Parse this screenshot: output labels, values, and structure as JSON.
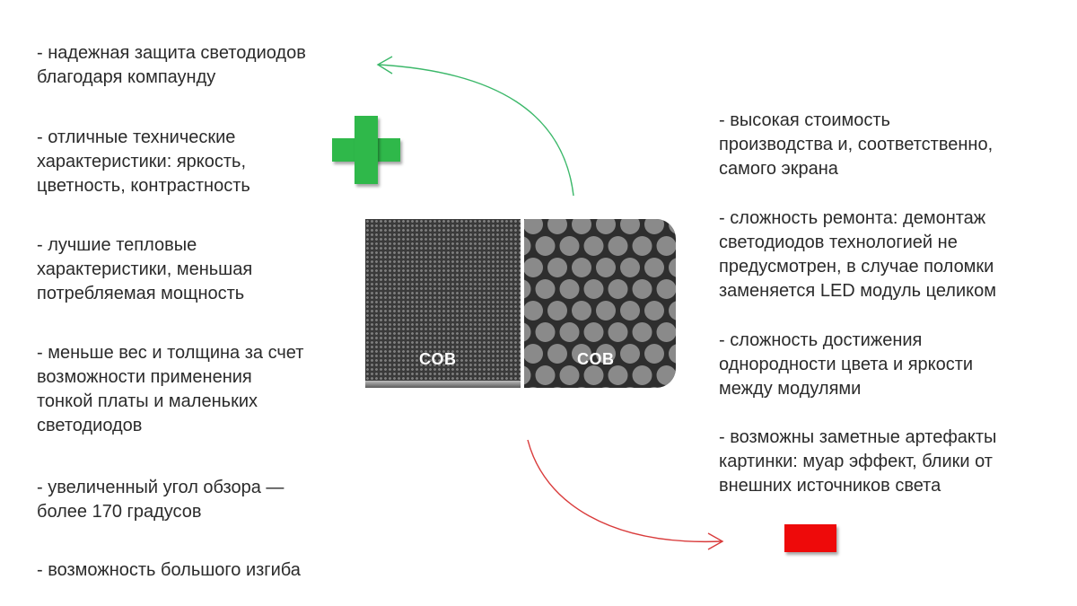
{
  "advantages": [
    "- надежная защита светодиодов\nблагодаря компаунду",
    "-  отличные технические\nхарактеристики: яркость,\nцветность, контрастность",
    "- лучшие тепловые\nхарактеристики, меньшая\nпотребляемая мощность",
    "- меньше вес и толщина за счет\nвозможности применения\nтонкой платы и маленьких\nсветодиодов",
    "- увеличенный угол обзора —\nболее 170 градусов",
    "- возможность большого изгиба"
  ],
  "disadvantages": [
    "- высокая стоимость\nпроизводства и, соответственно,\nсамого экрана",
    "- сложность ремонта: демонтаж\nсветодиодов технологией не\nпредусмотрен, в случае поломки\nзаменяется LED модуль целиком",
    "- сложность достижения\nоднородности цвета и яркости\nмежду модулями",
    "- возможны заметные артефакты\nкартинки: муар эффект, блики от\nвнешних источников света"
  ],
  "panel": {
    "label_left": "COB",
    "label_right": "COB"
  },
  "icons": {
    "plus": "plus-icon",
    "minus": "minus-icon"
  },
  "colors": {
    "plus": "#2fb84a",
    "minus": "#ee0a0a",
    "arrow_up": "#3cb86a",
    "arrow_down": "#d93b3b"
  }
}
